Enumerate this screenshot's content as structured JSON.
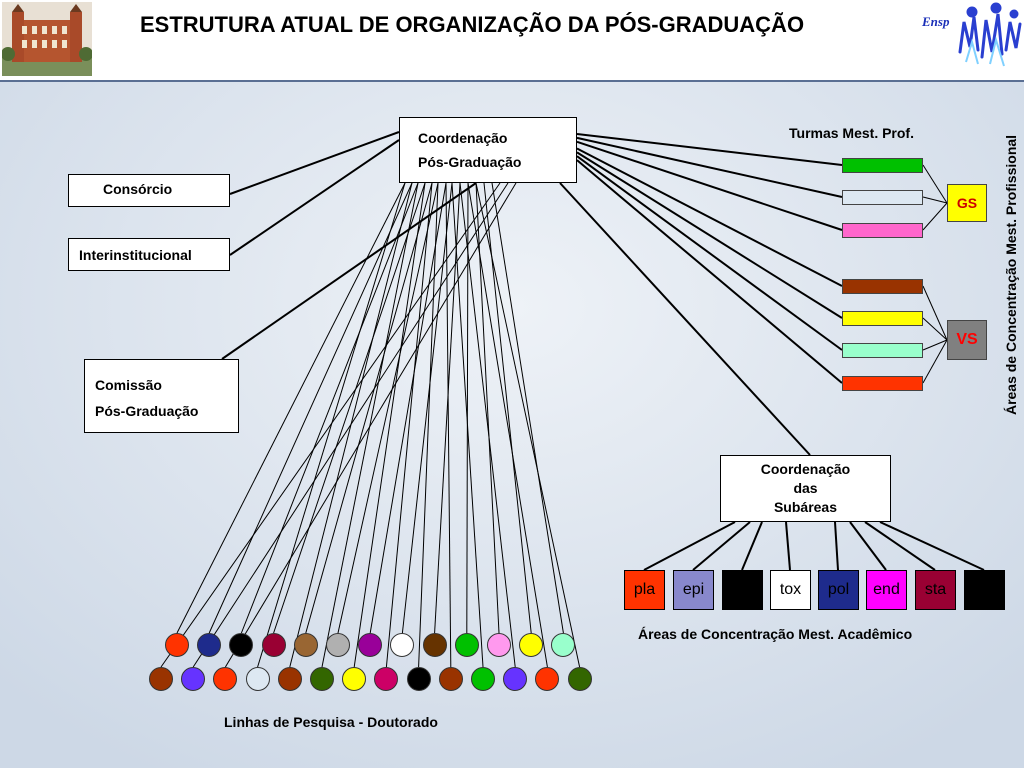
{
  "header": {
    "title": "ESTRUTURA ATUAL DE ORGANIZAÇÃO DA PÓS-GRADUAÇÃO",
    "logo_text": "Ensp"
  },
  "nodes": {
    "coordenacao": [
      "Coordenação",
      "Pós-Graduação"
    ],
    "consorcio": "Consórcio",
    "interinstitucional": "Interinstitucional",
    "comissao": [
      "Comissão",
      "Pós-Graduação"
    ],
    "coord_subareas": [
      "Coordenação",
      "das",
      "Subáreas"
    ]
  },
  "turmas_label": "Turmas Mest. Prof.",
  "turma_colors": [
    "#00c000",
    "#dde8f2",
    "#ff66cc",
    "#993300",
    "#ffff00",
    "#99ffcc",
    "#ff3300"
  ],
  "gs": {
    "label": "GS",
    "bg": "#ffff00",
    "color": "#cc0000"
  },
  "vs": {
    "label": "VS",
    "bg": "#808080",
    "color": "#ff0000"
  },
  "vertical_label": "Áreas de Concentração Mest. Profissional",
  "subareas": [
    {
      "label": "pla",
      "bg": "#ff3300",
      "color": "#000000"
    },
    {
      "label": "epi",
      "bg": "#8888cc",
      "color": "#000000"
    },
    {
      "label": "",
      "bg": "#000000",
      "color": "#000000"
    },
    {
      "label": "tox",
      "bg": "#ffffff",
      "color": "#000000"
    },
    {
      "label": "pol",
      "bg": "#1e2b8c",
      "color": "#000000"
    },
    {
      "label": "end",
      "bg": "#ff00ff",
      "color": "#000000"
    },
    {
      "label": "sta",
      "bg": "#990033",
      "color": "#000000"
    },
    {
      "label": "",
      "bg": "#000000",
      "color": "#000000"
    }
  ],
  "subareas_label": "Áreas de Concentração Mest. Acadêmico",
  "dots_top": [
    "#ff3300",
    "#1e2b8c",
    "#000000",
    "#990033",
    "#996633",
    "#b0b0b0",
    "#990099",
    "#ffffff",
    "#663300",
    "#00c000",
    "#ff99ee",
    "#ffff00",
    "#99ffcc"
  ],
  "dots_bottom": [
    "#993300",
    "#6633ff",
    "#ff3300",
    "#dde8f2",
    "#993300",
    "#336600",
    "#ffff00",
    "#cc0066",
    "#000000",
    "#993300",
    "#00c000",
    "#6633ff",
    "#ff3300",
    "#336600"
  ],
  "dots_label": "Linhas de Pesquisa - Doutorado"
}
